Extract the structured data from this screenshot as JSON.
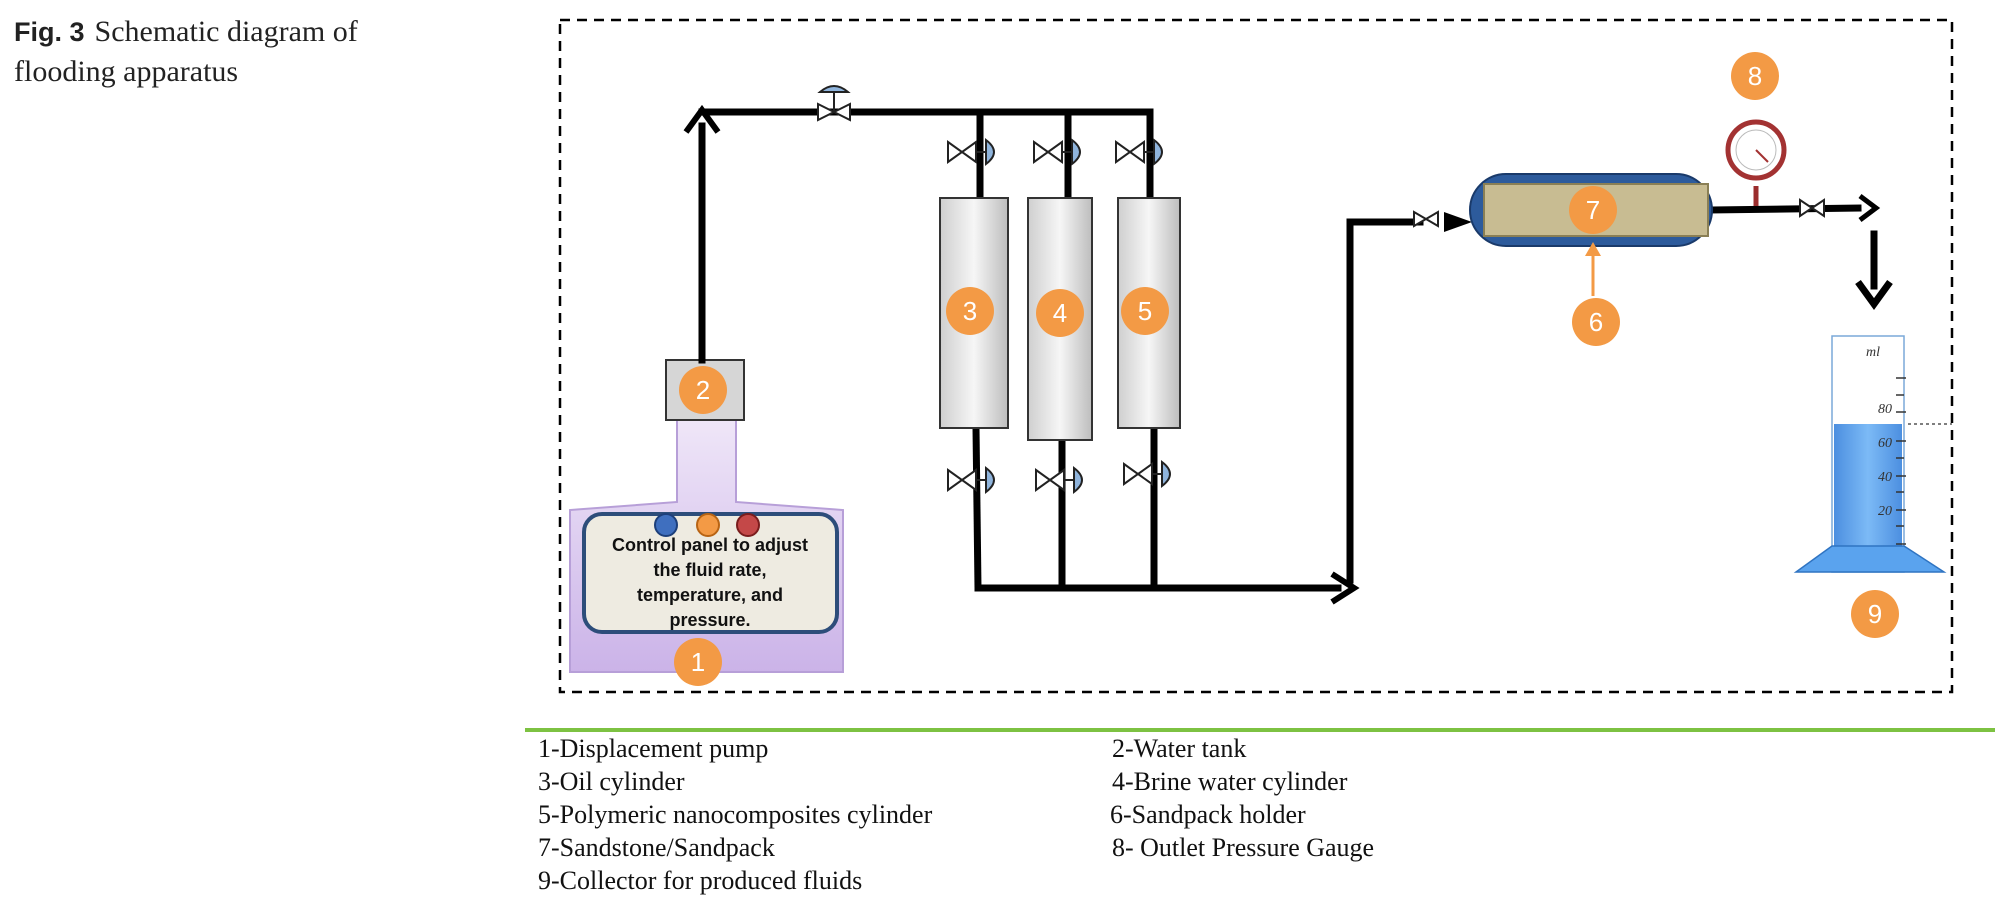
{
  "caption": {
    "fig_label": "Fig. 3",
    "title": "Schematic diagram of flooding apparatus"
  },
  "control_panel_text": [
    "Control panel to adjust",
    "the fluid rate,",
    "temperature, and",
    "pressure."
  ],
  "markers": [
    "1",
    "2",
    "3",
    "4",
    "5",
    "6",
    "7",
    "8",
    "9"
  ],
  "collector": {
    "unit": "ml",
    "scale": [
      "80",
      "60",
      "40",
      "20"
    ]
  },
  "legend": [
    "1-Displacement pump",
    "2-Water tank",
    "3-Oil cylinder",
    "4-Brine water cylinder",
    "5-Polymeric nanocomposites cylinder",
    "6-Sandpack holder",
    "7-Sandstone/Sandpack",
    "8- Outlet Pressure Gauge",
    "9-Collector for produced fluids"
  ],
  "colors": {
    "marker": "#f39a45",
    "pipe": "#000000",
    "pump_body": "#d9c6ef",
    "rule": "#7dc242",
    "liquid": "#5aa3ee"
  }
}
